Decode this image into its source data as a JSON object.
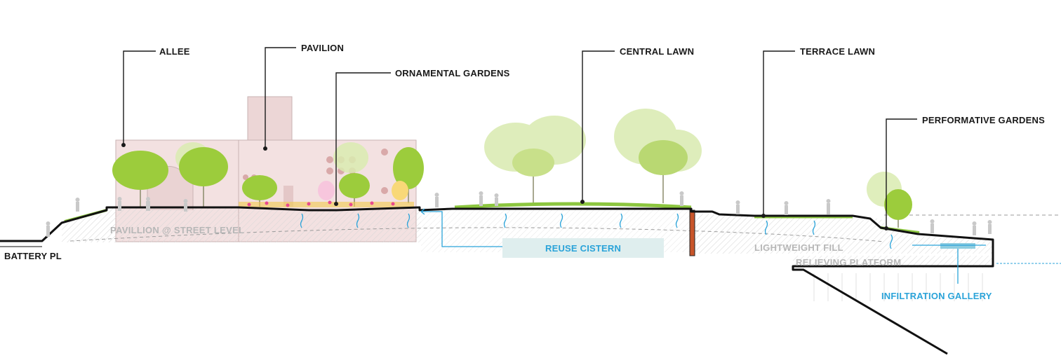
{
  "labels": {
    "allee": "ALLEE",
    "pavilion": "PAVILION",
    "ornamental_gardens": "ORNAMENTAL GARDENS",
    "central_lawn": "CENTRAL LAWN",
    "terrace_lawn": "TERRACE LAWN",
    "performative_gardens": "PERFORMATIVE GARDENS",
    "battery_pl": "BATTERY PL",
    "pavilion_street_level": "PAVILLION @ STREET LEVEL",
    "reuse_cistern": "REUSE CISTERN",
    "lightweight_fill": "LIGHTWEIGHT FILL",
    "relieving_platform": "RELIEVING PLATFORM",
    "infiltration_gallery": "INFILTRATION GALLERY"
  },
  "colors": {
    "ink": "#1a1a1a",
    "water_blue": "#2aa3d9",
    "cistern_fill": "#dfeeee",
    "pavilion_pink": "#f3e1e1",
    "lawn_green": "#8cc63f",
    "tree_green": "#9ccc3c",
    "tree_faded": "#d9ebb0",
    "bulkhead_red": "#c8552a",
    "fill_grey": "#b7b7b7"
  }
}
